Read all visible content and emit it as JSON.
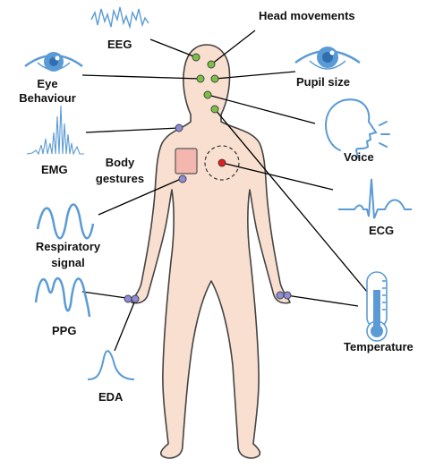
{
  "labels": {
    "eeg": "EEG",
    "head_movements": "Head movements",
    "eye_behaviour_1": "Eye",
    "eye_behaviour_2": "Behaviour",
    "pupil_size": "Pupil size",
    "voice": "Voice",
    "emg": "EMG",
    "body_gestures_1": "Body",
    "body_gestures_2": "gestures",
    "ecg": "ECG",
    "respiratory_1": "Respiratory",
    "respiratory_2": "signal",
    "ppg": "PPG",
    "temperature": "Temperature",
    "eda": "EDA"
  },
  "colors": {
    "skin": "#f8dfd0",
    "outline": "#444444",
    "signal_blue": "#5b9bd5",
    "sensor_green": "#7ac143",
    "sensor_purple": "#8e8bd8",
    "ecg_red": "#e02020",
    "gesture_pad": "#f4b7b0",
    "connector": "#000000"
  },
  "icons": [
    "eeg-wave-icon",
    "eye-icon",
    "emg-spike-icon",
    "respiration-wave-icon",
    "ppg-wave-icon",
    "eda-peak-icon",
    "face-voice-icon",
    "ecg-wave-icon",
    "thermometer-icon"
  ]
}
